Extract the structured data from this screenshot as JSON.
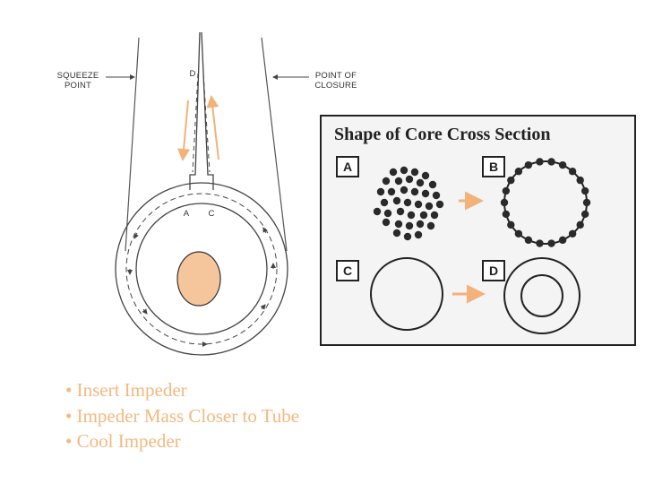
{
  "diagram": {
    "labels": {
      "squeeze_point": [
        "SQUEEZE",
        "POINT"
      ],
      "point_of_closure": [
        "POINT OF",
        "CLOSURE"
      ],
      "d": "D",
      "a": "A",
      "c": "C"
    },
    "colors": {
      "arrow": "#f2b27a",
      "impeder_fill": "#f5c69b",
      "line": "#444444"
    }
  },
  "core_panel": {
    "title": "Shape of Core Cross Section",
    "letters": [
      "A",
      "B",
      "C",
      "D"
    ],
    "arrow_color": "#f2b27a"
  },
  "bullets": [
    "Insert Impeder",
    "Impeder Mass Closer to Tube",
    "Cool Impeder"
  ]
}
